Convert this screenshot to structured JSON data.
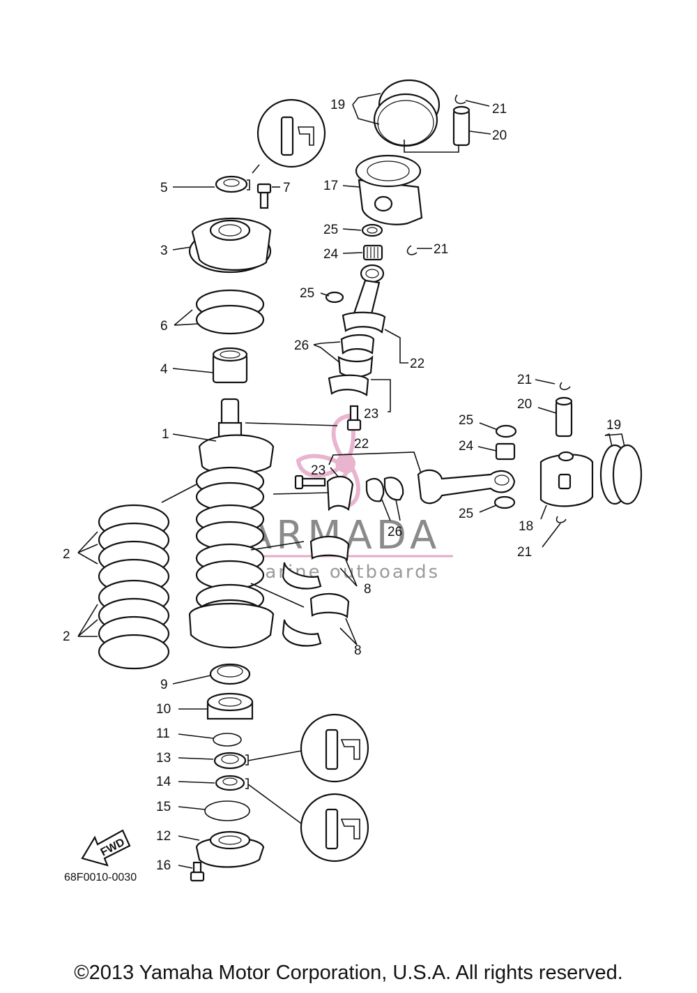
{
  "diagram": {
    "drawing_code": "68F0010-0030",
    "fwd_label": "FWD",
    "copyright": "©2013 Yamaha Motor Corporation, U.S.A. All rights reserved.",
    "watermark": {
      "brand": "ARMADA",
      "tagline": "marine outboards",
      "color": "#e6a8c6"
    },
    "callouts": [
      {
        "id": "c19a",
        "text": "19"
      },
      {
        "id": "c21a",
        "text": "21"
      },
      {
        "id": "c20a",
        "text": "20"
      },
      {
        "id": "c5",
        "text": "5"
      },
      {
        "id": "c7",
        "text": "7"
      },
      {
        "id": "c17",
        "text": "17"
      },
      {
        "id": "c3",
        "text": "3"
      },
      {
        "id": "c25a",
        "text": "25"
      },
      {
        "id": "c21b",
        "text": "21"
      },
      {
        "id": "c24a",
        "text": "24"
      },
      {
        "id": "c25b",
        "text": "25"
      },
      {
        "id": "c6",
        "text": "6"
      },
      {
        "id": "c26a",
        "text": "26"
      },
      {
        "id": "c22a",
        "text": "22"
      },
      {
        "id": "c4",
        "text": "4"
      },
      {
        "id": "c21c",
        "text": "21"
      },
      {
        "id": "c20b",
        "text": "20"
      },
      {
        "id": "c23a",
        "text": "23"
      },
      {
        "id": "c25c",
        "text": "25"
      },
      {
        "id": "c19b",
        "text": "19"
      },
      {
        "id": "c1",
        "text": "1"
      },
      {
        "id": "c22b",
        "text": "22"
      },
      {
        "id": "c24b",
        "text": "24"
      },
      {
        "id": "c23b",
        "text": "23"
      },
      {
        "id": "c25d",
        "text": "25"
      },
      {
        "id": "c18",
        "text": "18"
      },
      {
        "id": "c26b",
        "text": "26"
      },
      {
        "id": "c21d",
        "text": "21"
      },
      {
        "id": "c2a",
        "text": "2"
      },
      {
        "id": "c8a",
        "text": "8"
      },
      {
        "id": "c2b",
        "text": "2"
      },
      {
        "id": "c8b",
        "text": "8"
      },
      {
        "id": "c9",
        "text": "9"
      },
      {
        "id": "c10",
        "text": "10"
      },
      {
        "id": "c11",
        "text": "11"
      },
      {
        "id": "c13",
        "text": "13"
      },
      {
        "id": "c14",
        "text": "14"
      },
      {
        "id": "c15",
        "text": "15"
      },
      {
        "id": "c12",
        "text": "12"
      },
      {
        "id": "c16",
        "text": "16"
      }
    ]
  }
}
